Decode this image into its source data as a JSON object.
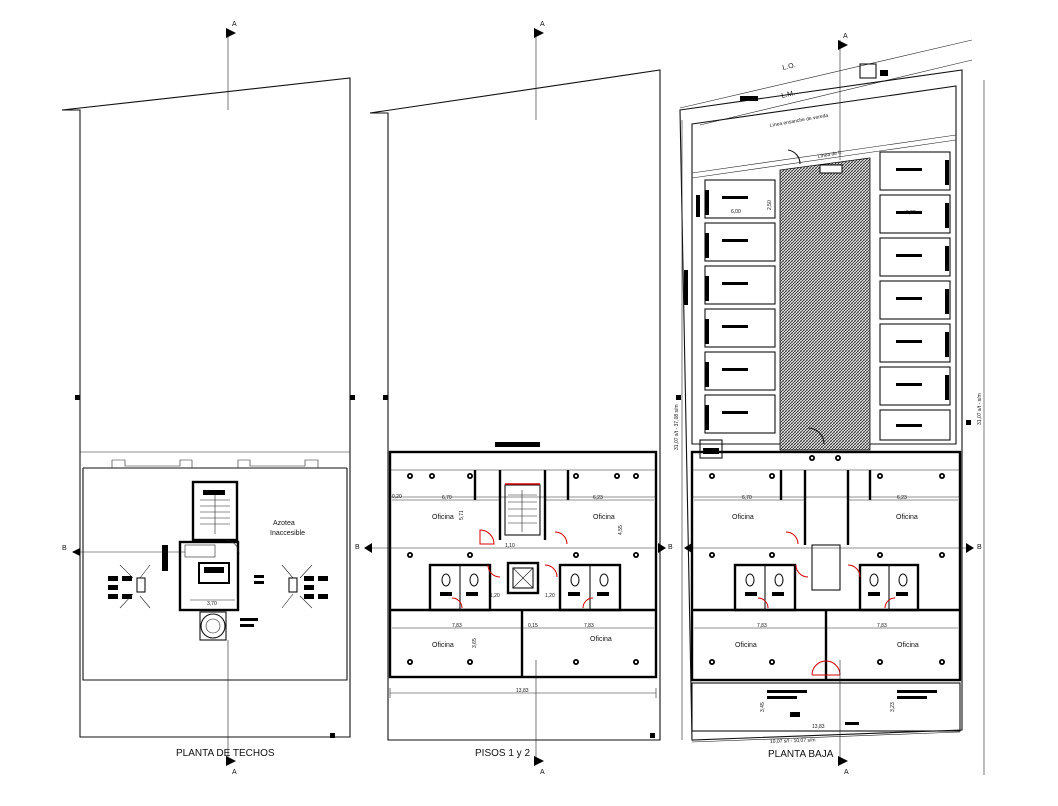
{
  "titles": {
    "roof": "PLANTA DE TECHOS",
    "floors": "PISOS 1 y 2",
    "ground": "PLANTA BAJA"
  },
  "section_marks": {
    "a": "A",
    "b": "B"
  },
  "roof_labels": {
    "azotea_line1": "Azotea",
    "azotea_line2": "Inaccesible",
    "dim_stair": "3,70"
  },
  "floor_labels": {
    "oficina": "Oficina",
    "total_width": "13,83",
    "dim_left_top": "6,70",
    "dim_right_top": "6,23",
    "dim_left_bottom": "7,83",
    "dim_right_bottom": "7,83",
    "dim_center": "0,15",
    "dim_core": "1,10",
    "dim_wc_left": "1,20",
    "dim_wc_right": "1,20",
    "dim_side": "0,20",
    "dim_height_a": "5,71",
    "dim_height_b": "4,55",
    "dim_height_c": "3,65"
  },
  "ground_labels": {
    "lo": "L.O.",
    "lm": "L.M.",
    "ensanche": "Línea ensanche de vereda",
    "linea_de_fr": "Línea de fr.",
    "parking_w_left": "6,00",
    "parking_w_right": "6,00",
    "parking_d": "2,50",
    "left_side_dim": "31,07 s/t - 37,08 s/m",
    "right_side_dim": "31,07 s/t - s/m",
    "bottom_dim": "10,07 s/t - 10,07 s/m",
    "front_dim": "13,83",
    "dim_3_45": "3,45",
    "dim_3_23": "3,23"
  },
  "colors": {
    "line": "#111111",
    "accent": "#d40000",
    "hatch": "#333333"
  }
}
